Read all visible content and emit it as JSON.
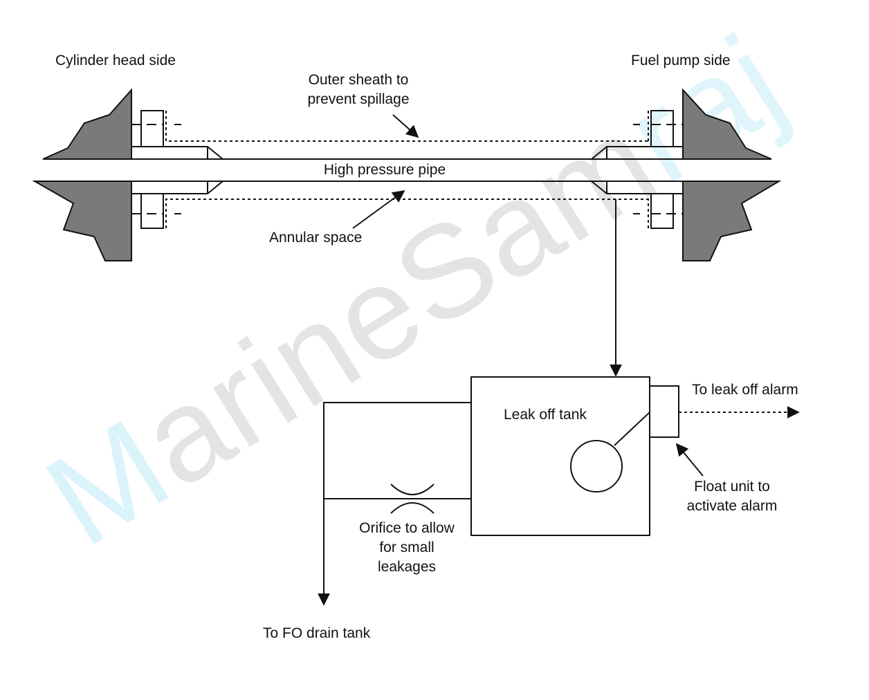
{
  "watermark": {
    "start": "M",
    "middle": "arineSam",
    "end": "raj"
  },
  "labels": {
    "cylinder_head_side": "Cylinder head side",
    "fuel_pump_side": "Fuel pump side",
    "outer_sheath_line1": "Outer sheath to",
    "outer_sheath_line2": "prevent spillage",
    "high_pressure_pipe": "High pressure pipe",
    "annular_space": "Annular space",
    "leak_off_tank": "Leak off tank",
    "to_leak_off_alarm": "To leak off alarm",
    "float_unit_line1": "Float unit to",
    "float_unit_line2": "activate alarm",
    "orifice_line1": "Orifice to allow",
    "orifice_line2": "for small",
    "orifice_line3": "leakages",
    "to_fo_drain_tank": "To FO drain tank"
  },
  "colors": {
    "block_fill": "#7a7a7a",
    "line": "#111111"
  }
}
